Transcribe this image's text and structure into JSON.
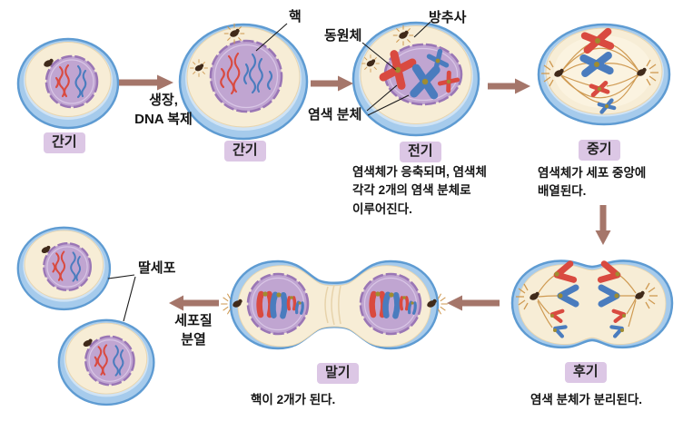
{
  "stages": {
    "interphase_1": {
      "label": "간기"
    },
    "interphase_2": {
      "label": "간기"
    },
    "prophase": {
      "label": "전기",
      "description": "염색체가 응축되며, 염색체\n각각 2개의 염색 분체로\n이루어진다."
    },
    "metaphase": {
      "label": "중기",
      "description": "염색체가 세포 중앙에\n배열된다."
    },
    "anaphase": {
      "label": "후기",
      "description": "염색 분체가 분리된다."
    },
    "telophase": {
      "label": "말기",
      "description": "핵이 2개가 된다."
    }
  },
  "transitions": {
    "interphase_growth": "생장,\nDNA 복제",
    "cytokinesis": "세포질\n분열"
  },
  "callouts": {
    "nucleus": "핵",
    "centromere": "동원체",
    "spindle_fiber": "방추사",
    "chromatid": "염색 분체",
    "daughter_cell": "딸세포"
  },
  "colors": {
    "arrow": "#a5766a",
    "badge_bg": "#dcc7e5",
    "text": "#151515",
    "membrane": "#5e9bd2",
    "cytoplasm": "#f7edd6",
    "nucleus": "#c0a5d1",
    "chromosome_red": "#d94a40",
    "chromosome_blue": "#4a7cbe",
    "spindle": "#cf9a52",
    "centriole": "#402a1a",
    "centromere": "#a08c30"
  }
}
